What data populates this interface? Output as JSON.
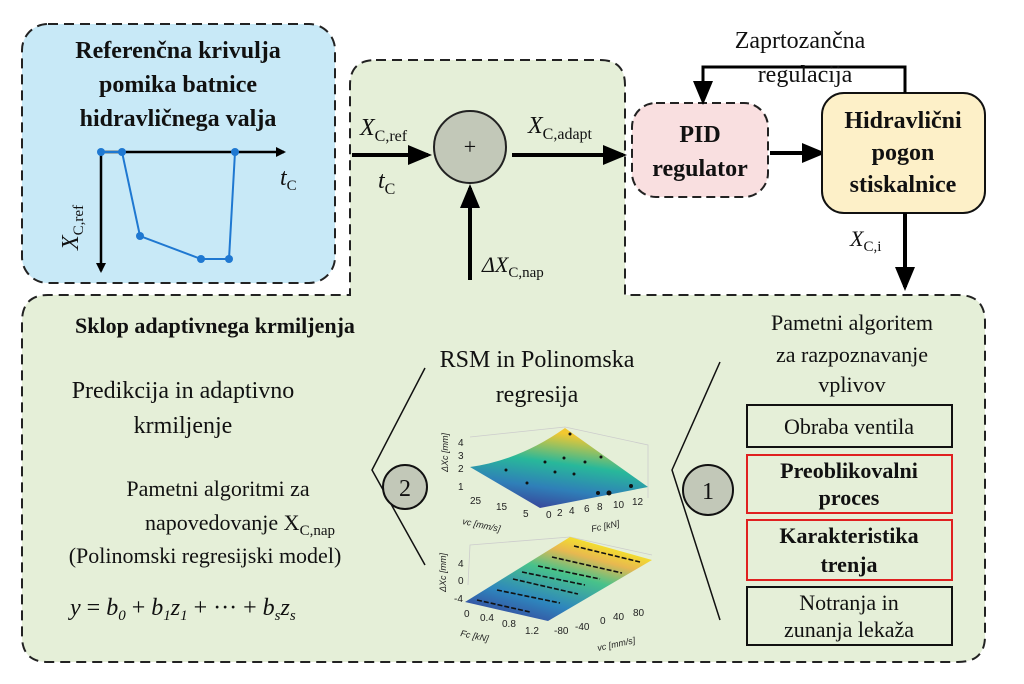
{
  "reference": {
    "title_lines": [
      "Referenčna krivulja",
      "pomika batnice",
      "hidravličnega valja"
    ],
    "x_axis": "t",
    "x_axis_sub": "C",
    "y_axis": "X",
    "y_axis_sub": "C,ref"
  },
  "summing": {
    "symbol": "+",
    "in_label": "X",
    "in_label_sub": "C,ref",
    "in_time": "t",
    "in_time_sub": "C",
    "out_label": "X",
    "out_label_sub": "C,adapt",
    "corr_label": "ΔX",
    "corr_label_sub": "C,nap"
  },
  "pid": {
    "lines": [
      "PID",
      "regulator"
    ]
  },
  "hydraulic": {
    "lines": [
      "Hidravlični",
      "pogon",
      "stiskalnice"
    ],
    "out_label": "X",
    "out_label_sub": "C,i"
  },
  "feedback": {
    "lines": [
      "Zaprtozančna",
      "regulacija"
    ]
  },
  "adaptive": {
    "title": "Sklop adaptivnega krmiljenja",
    "prediction": [
      "Predikcija in adaptivno",
      "krmiljenje"
    ],
    "algorithms": [
      "Pametni algoritmi za",
      "napovedovanje X",
      "C,nap",
      "(Polinomski regresijski model)"
    ],
    "formula": {
      "y": "y",
      "eq": " =  ",
      "b": "b",
      "s0": "0",
      "plus": " + ",
      "z": "z",
      "s1": "1",
      "dots": " + ··· + ",
      "ss": "s"
    },
    "step2": "2",
    "rsm_title": [
      "RSM in Polinomska",
      "regresija"
    ],
    "step1": "1",
    "recognition_title": [
      "Pametni algoritem",
      "za razpoznavanje",
      "vplivov"
    ],
    "influences": [
      {
        "lines": [
          "Obraba ventila"
        ],
        "highlighted": false
      },
      {
        "lines": [
          "Preoblikovalni",
          "proces"
        ],
        "highlighted": true
      },
      {
        "lines": [
          "Karakteristika",
          "trenja"
        ],
        "highlighted": true
      },
      {
        "lines": [
          "Notranja in",
          "zunanja lekaža"
        ],
        "highlighted": false
      }
    ]
  },
  "chart_data": [
    {
      "type": "surface",
      "zlabel": "ΔXc [mm]",
      "xlabel": "vc [mm/s]",
      "ylabel": "Fc [kN]",
      "z_ticks": [
        "4",
        "3",
        "2",
        "1"
      ],
      "x_ticks": [
        "25",
        "15",
        "5"
      ],
      "y_ticks": [
        "0",
        "2",
        "4",
        "6",
        "8",
        "10",
        "12"
      ]
    },
    {
      "type": "surface",
      "zlabel": "ΔXc [mm]",
      "xlabel": "Fc [kN]",
      "ylabel": "vc [mm/s]",
      "z_ticks": [
        "4",
        "0",
        "-4"
      ],
      "x_ticks": [
        "0",
        "0.4",
        "0.8",
        "1.2"
      ],
      "y_ticks": [
        "-80",
        "-40",
        "0",
        "40",
        "80"
      ]
    }
  ],
  "colors": {
    "reference_fill": "#c8e9f7",
    "adaptive_fill": "#e5efd8",
    "pid_fill": "#f9dfe0",
    "hydraulic_fill": "#fdf0c8",
    "curve": "#1f78d1",
    "highlight": "#e02020"
  }
}
